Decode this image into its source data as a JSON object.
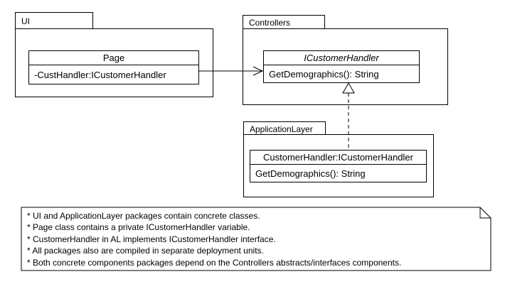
{
  "packages": {
    "ui": {
      "label": "UI",
      "cls": {
        "title": "Page",
        "member": "-CustHandler:ICustomerHandler"
      }
    },
    "controllers": {
      "label": "Controllers",
      "cls": {
        "title": "ICustomerHandler",
        "member": "GetDemographics(): String"
      }
    },
    "application_layer": {
      "label": "ApplicationLayer",
      "cls": {
        "title": "CustomerHandler:ICustomerHandler",
        "member": "GetDemographics(): String"
      }
    }
  },
  "note": {
    "lines": [
      "* UI and ApplicationLayer packages contain concrete classes.",
      "* Page class contains a private ICustomerHandler variable.",
      "* CustomerHandler in AL implements ICustomerHandler interface.",
      "* All packages also are compiled in separate deployment units.",
      "* Both concrete components packages depend on the Controllers abstracts/interfaces components."
    ]
  },
  "colors": {
    "line": "#000000",
    "background": "#ffffff",
    "shape_fill": "#ffffff"
  }
}
